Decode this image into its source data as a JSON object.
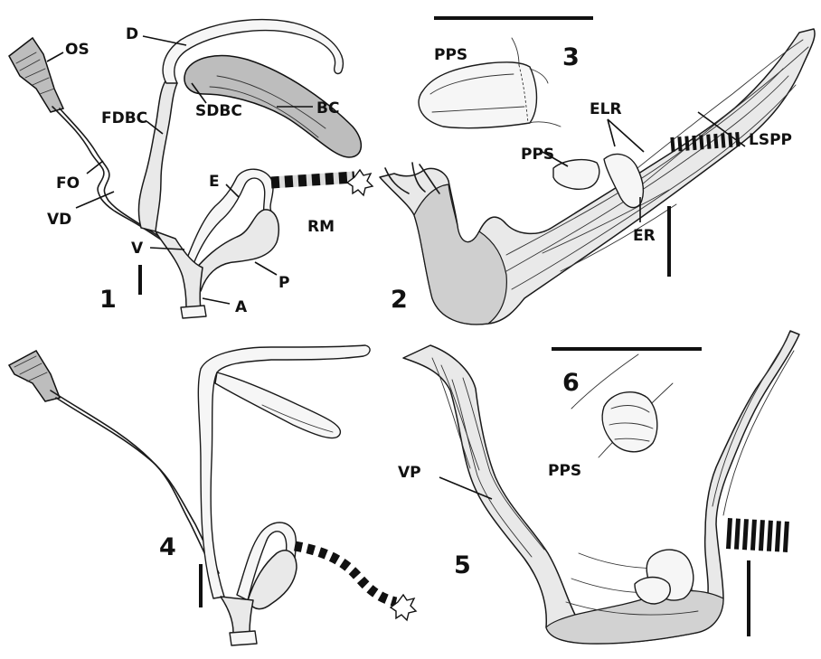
{
  "figures": [
    {
      "number": "1",
      "labels": [
        "OS",
        "D",
        "FDBC",
        "SDBC",
        "BC",
        "FO",
        "E",
        "VD",
        "V",
        "RM",
        "P",
        "A"
      ]
    },
    {
      "number": "2",
      "labels": [
        "PPS",
        "ELR",
        "LSPP",
        "ER"
      ]
    },
    {
      "number": "3",
      "labels": [
        "PPS"
      ]
    },
    {
      "number": "4",
      "labels": []
    },
    {
      "number": "5",
      "labels": [
        "VP"
      ]
    },
    {
      "number": "6",
      "labels": [
        "PPS"
      ]
    }
  ],
  "colors": {
    "ink": "#1a1a1a",
    "shade": "#bdbdbd",
    "fill": "#e9e9e9",
    "paper": "#ffffff"
  }
}
